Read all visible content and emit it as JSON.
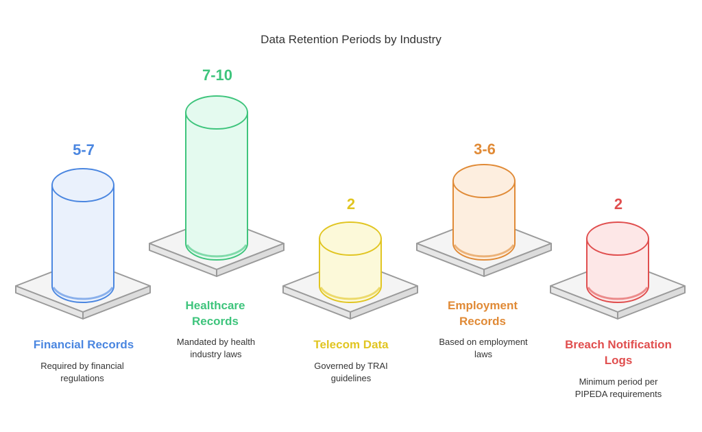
{
  "title": "Data Retention Periods by Industry",
  "items": [
    {
      "value": "5-7",
      "name": "Financial Records",
      "description": "Required by financial regulations",
      "color": "#4A86E0",
      "fill": "#EAF1FC"
    },
    {
      "value": "7-10",
      "name": "Healthcare Records",
      "description": "Mandated by health industry laws",
      "color": "#3EC47C",
      "fill": "#E4FAEF"
    },
    {
      "value": "2",
      "name": "Telecom Data",
      "description": "Governed by TRAI guidelines",
      "color": "#E1C521",
      "fill": "#FCF9D9"
    },
    {
      "value": "3-6",
      "name": "Employment Records",
      "description": "Based on employment laws",
      "color": "#E08A36",
      "fill": "#FDEEDF"
    },
    {
      "value": "2",
      "name": "Breach Notification Logs",
      "description": "Minimum period per PIPEDA requirements",
      "color": "#E04E4E",
      "fill": "#FDE7E7"
    }
  ],
  "colors": {
    "platform_stroke": "#9a9a9a",
    "platform_fill": "#f4f4f4"
  }
}
